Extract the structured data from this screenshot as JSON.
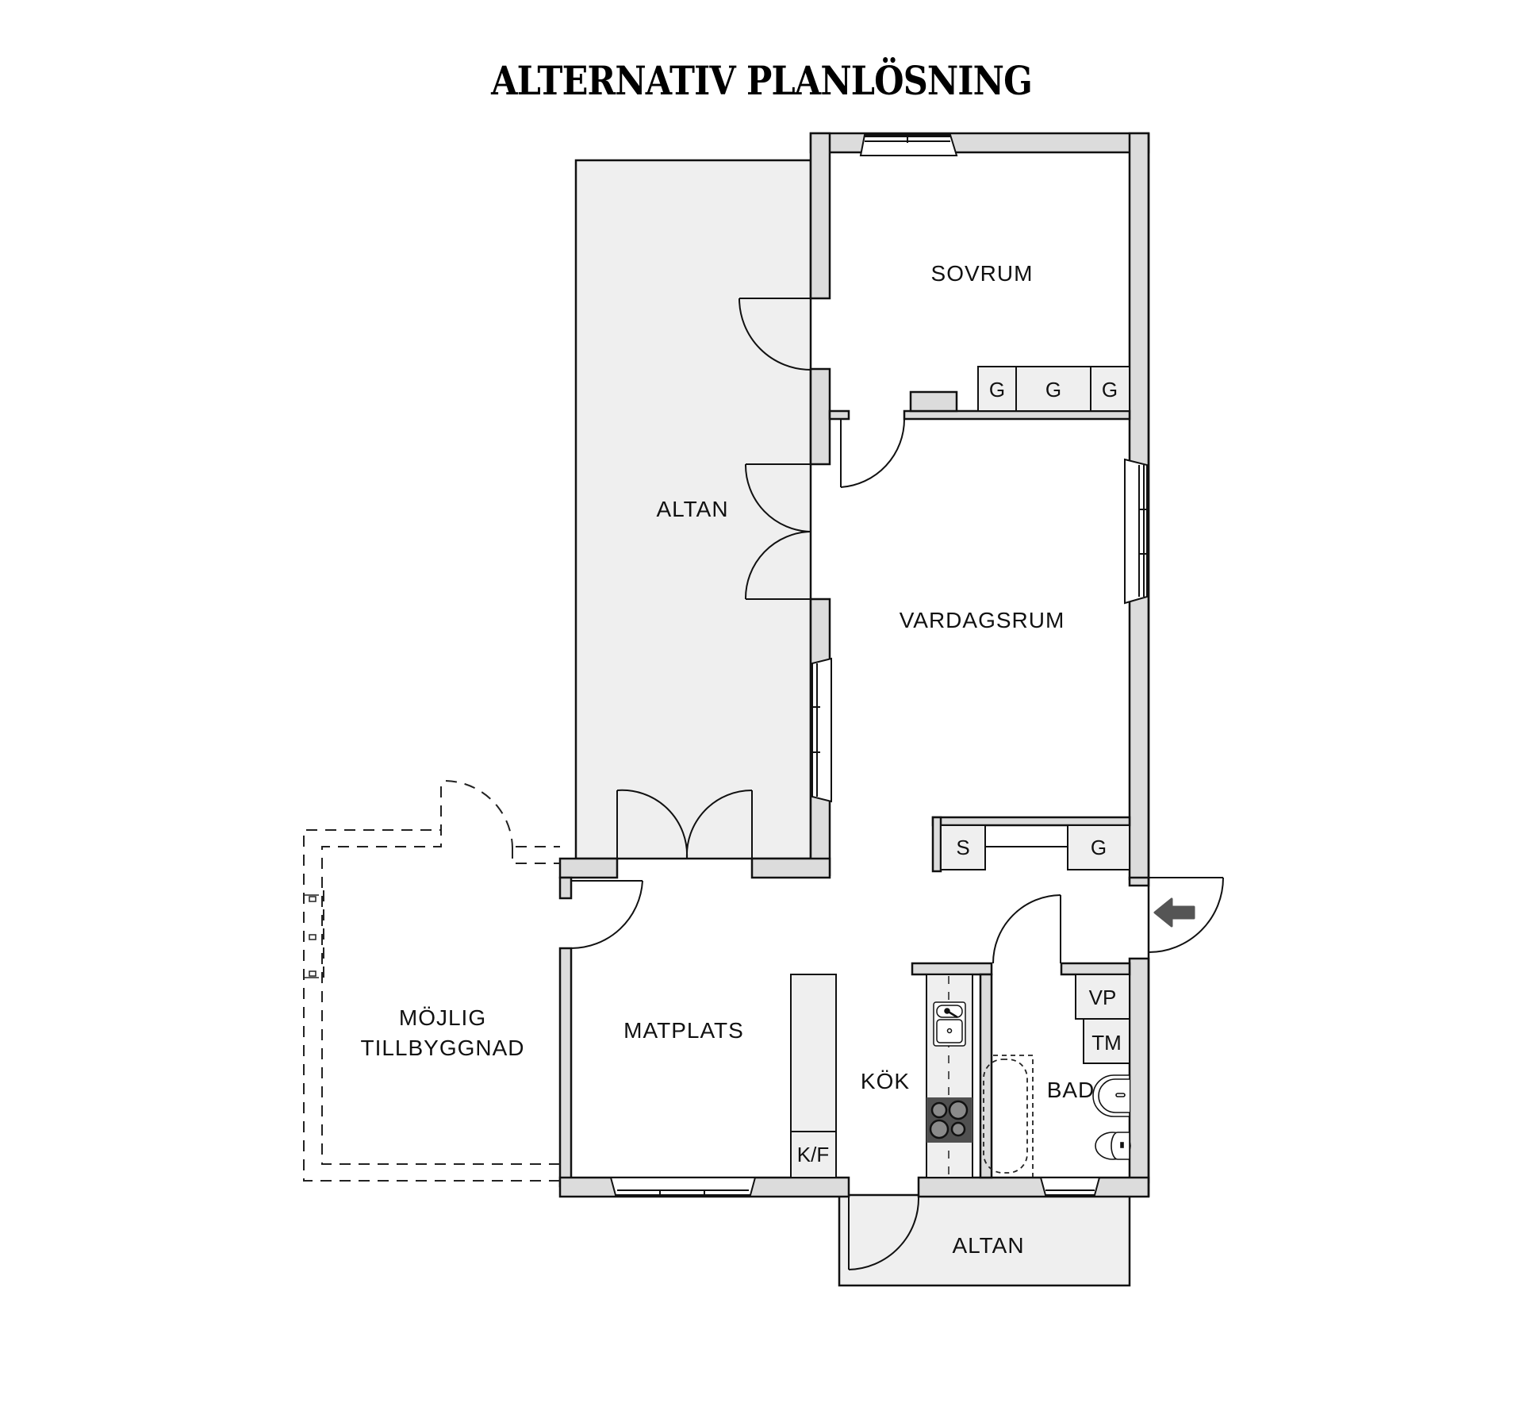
{
  "title": "ALTERNATIV PLANLÖSNING",
  "colors": {
    "wall_fill": "#dcdcdc",
    "terrace_fill": "#efefef",
    "cabinet_fill": "#efefef",
    "line": "#111111",
    "stove_fill": "#505050",
    "burner_fill": "#8a8a8a",
    "entry_arrow": "#555555",
    "background": "#ffffff"
  },
  "rooms": {
    "sovrum": "SOVRUM",
    "altan_large": "ALTAN",
    "vardagsrum": "VARDAGSRUM",
    "matplats": "MATPLATS",
    "kok": "KÖK",
    "bad": "BAD",
    "altan_small": "ALTAN",
    "tillbyggnad_line1": "MÖJLIG",
    "tillbyggnad_line2": "TILLBYGGNAD"
  },
  "fixtures": {
    "wardrobe_1": "G",
    "wardrobe_2": "G",
    "wardrobe_3": "G",
    "hall_storage_s": "S",
    "hall_wardrobe_g": "G",
    "water_heater": "VP",
    "dryer": "TM",
    "fridge_freezer": "K/F"
  },
  "icons": {
    "entry_arrow": "arrow-left-icon",
    "sink": "kitchen-sink-icon",
    "stove": "stove-icon",
    "bathtub": "bathtub-icon",
    "washbasin": "washbasin-icon",
    "toilet": "toilet-icon"
  }
}
